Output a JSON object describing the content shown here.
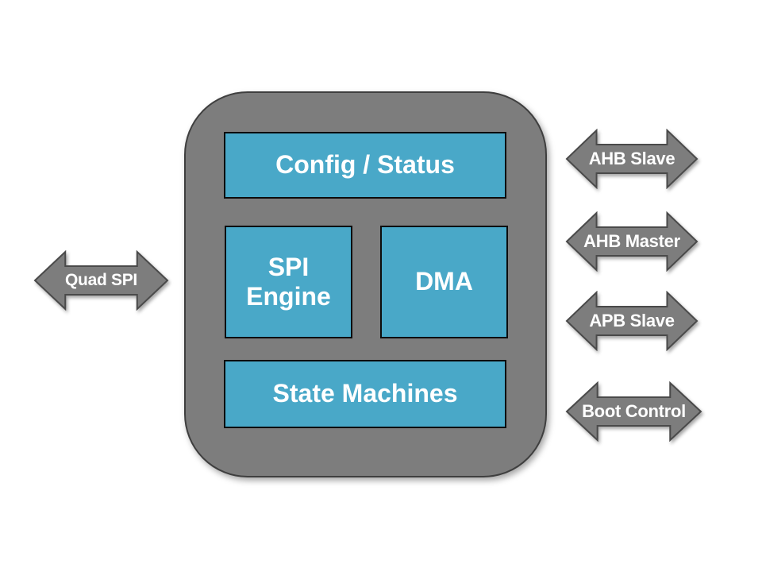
{
  "main_block": {
    "boxes": [
      {
        "label": "Config / Status"
      },
      {
        "label": "SPI\nEngine"
      },
      {
        "label": "DMA"
      },
      {
        "label": "State Machines"
      }
    ]
  },
  "arrows": [
    {
      "label": "Quad SPI",
      "side": "left"
    },
    {
      "label": "AHB Slave",
      "side": "right"
    },
    {
      "label": "AHB Master",
      "side": "right"
    },
    {
      "label": "APB Slave",
      "side": "right"
    },
    {
      "label": "Boot Control",
      "side": "right"
    }
  ],
  "colors": {
    "background": "#ffffff",
    "block_fill": "#7d7d7d",
    "block_border": "#3f3f3f",
    "box_fill": "#49a8c8",
    "box_border": "#0d0d0d",
    "arrow_fill": "#7d7d7d",
    "arrow_border": "#4a4a4a",
    "label_text": "#ffffff"
  }
}
